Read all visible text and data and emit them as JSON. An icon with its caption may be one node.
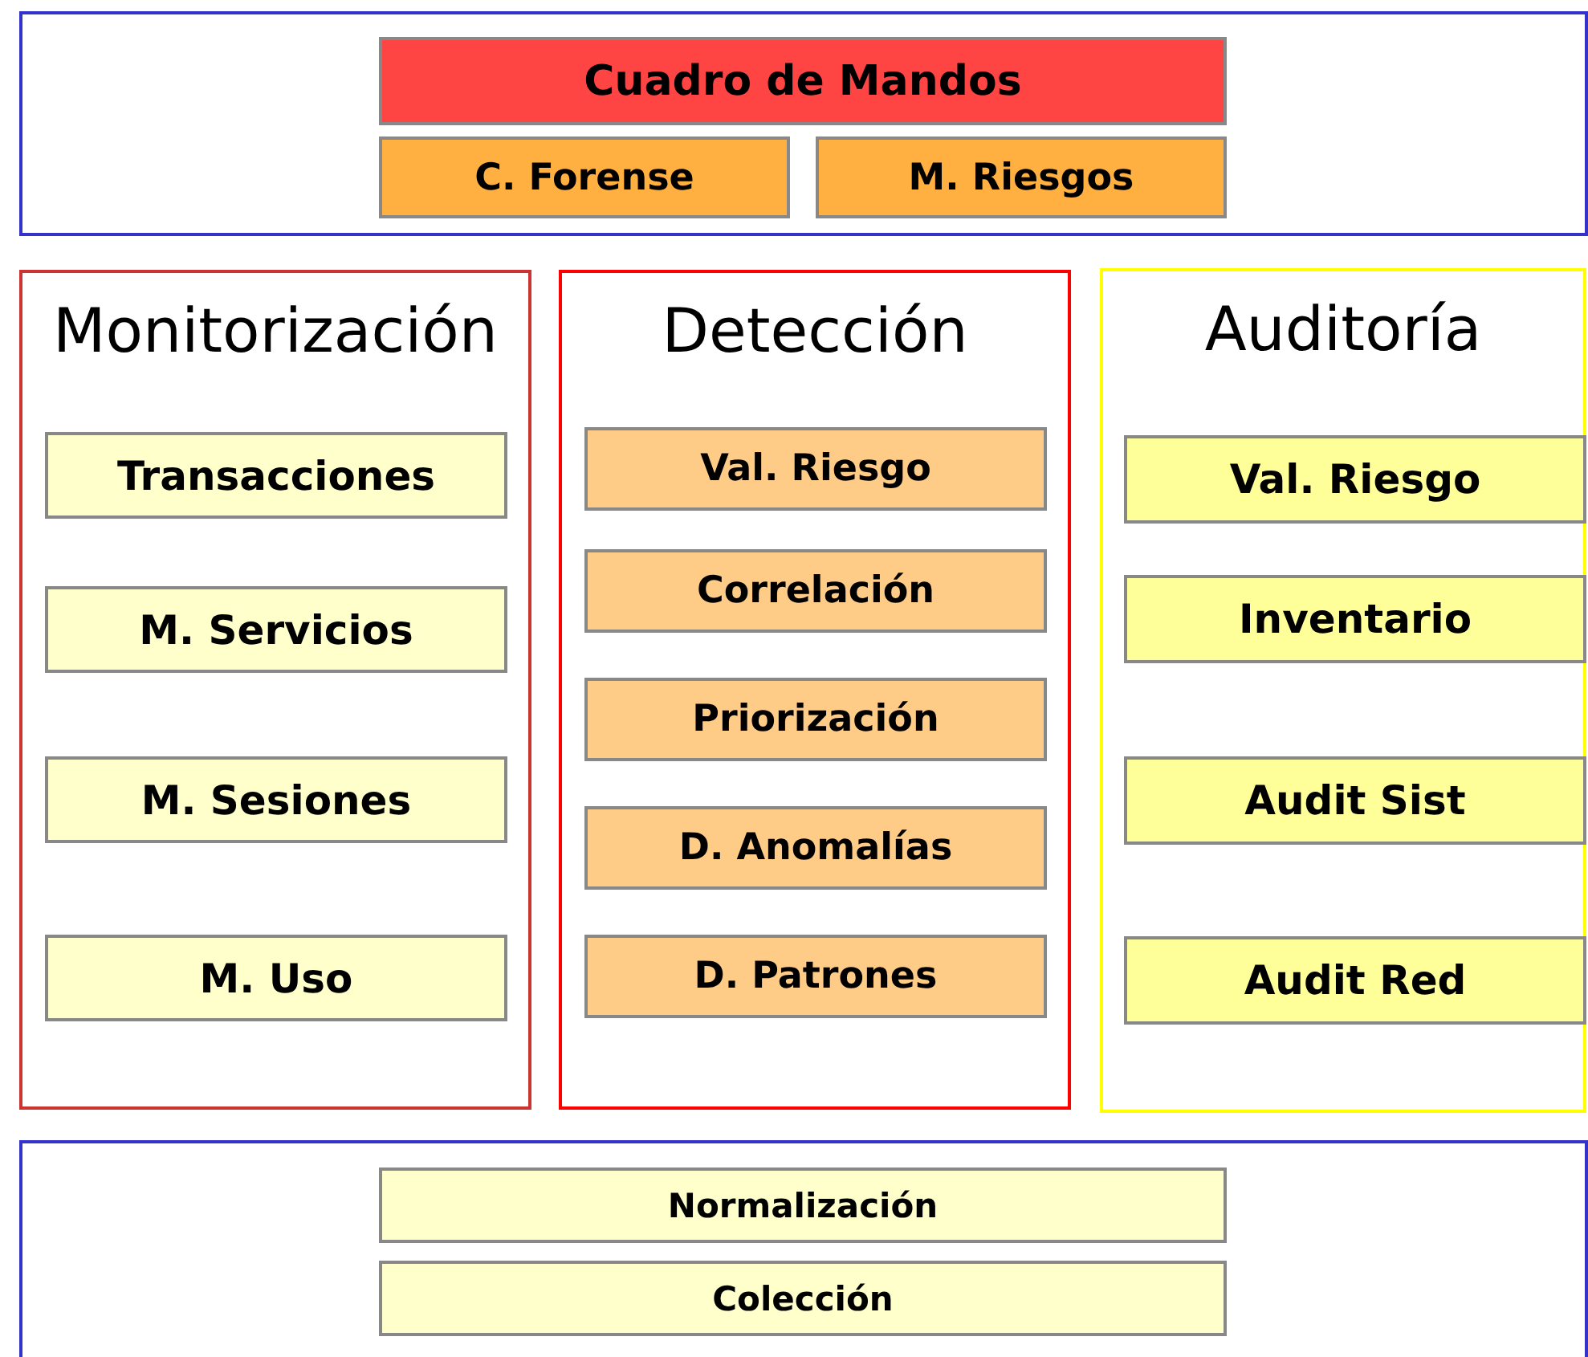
{
  "diagram": {
    "nodes": [
      {
        "text": [],
        "shape": "box"
      },
      {
        "text": [
          "Cuadro de Mandos"
        ],
        "in": 0
      },
      {
        "text": [
          "C. Forense"
        ],
        "in": 0
      },
      {
        "text": [
          "M. Riesgos"
        ],
        "in": 0
      },
      {
        "text": [
          "Monitorización"
        ]
      },
      {
        "text": [
          "Transacciones"
        ],
        "in": 4
      },
      {
        "text": [
          "M. Servicios"
        ],
        "in": 4
      },
      {
        "text": [
          "M. Sesiones"
        ],
        "in": 4
      },
      {
        "text": [
          "M. Uso"
        ],
        "in": 4
      },
      {
        "text": [
          "Detección"
        ]
      },
      {
        "text": [
          "Val. Riesgo"
        ],
        "in": 9
      },
      {
        "text": [
          "Correlación"
        ],
        "in": 9
      },
      {
        "text": [
          "Priorización"
        ],
        "in": 9
      },
      {
        "text": [
          "D. Anomalías"
        ],
        "in": 9
      },
      {
        "text": [
          "D. Patrones"
        ],
        "in": 9
      },
      {
        "text": [
          "Auditoría"
        ]
      },
      {
        "text": [
          "Val. Riesgo"
        ],
        "in": 15
      },
      {
        "text": [
          "Inventario"
        ],
        "in": 15
      },
      {
        "text": [
          "Audit Sist"
        ],
        "in": 15
      },
      {
        "text": [
          "Audit Red"
        ],
        "in": 15
      },
      {
        "text": [],
        "shape": "box"
      },
      {
        "text": [
          "Normalización"
        ],
        "in": 20
      },
      {
        "text": [
          "Colección"
        ],
        "in": 20
      }
    ]
  }
}
